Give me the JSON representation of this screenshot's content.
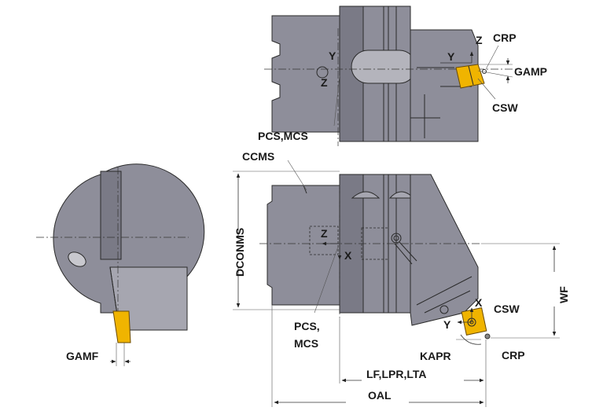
{
  "labels": {
    "crp_top": "CRP",
    "z_top_right": "Z",
    "y_top_right": "Y",
    "gamp": "GAMP",
    "csw_top": "CSW",
    "y_top_center": "Y",
    "z_top_center": "Z",
    "pcs_mcs_top": "PCS,MCS",
    "ccms": "CCMS",
    "dconms": "DCONMS",
    "z_front": "Z",
    "x_front": "X",
    "pcs_front": "PCS,",
    "mcs_front": "MCS",
    "wf": "WF",
    "x_insert": "X",
    "csw_front": "CSW",
    "y_insert": "Y",
    "kapr": "KAPR",
    "crp_front": "CRP",
    "lf": "LF,LPR,LTA",
    "oal": "OAL",
    "gamf": "GAMF"
  }
}
